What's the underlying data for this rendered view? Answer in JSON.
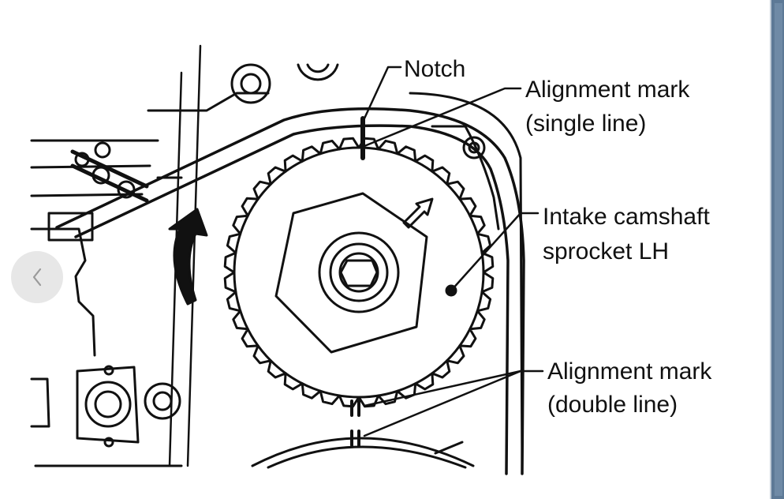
{
  "diagram": {
    "labels": {
      "notch": "Notch",
      "alignment_single_line1": "Alignment mark",
      "alignment_single_line2": "(single line)",
      "sprocket_line1": "Intake camshaft",
      "sprocket_line2": "sprocket LH",
      "alignment_double_line1": "Alignment mark",
      "alignment_double_line2": "(double line)"
    }
  },
  "controls": {
    "prev_icon": "chevron-left-icon"
  },
  "colors": {
    "ink": "#111111",
    "background": "#ffffff",
    "side_strip": "#5d7996",
    "nav_button": "#e4e4e4"
  }
}
